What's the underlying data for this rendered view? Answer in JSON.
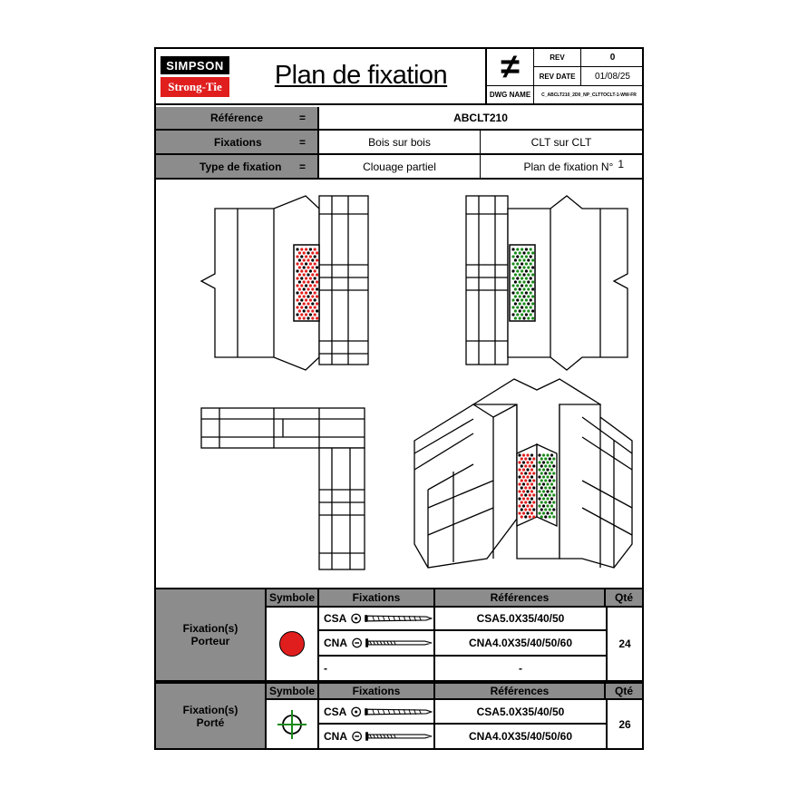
{
  "header": {
    "logo_top": "SIMPSON",
    "logo_bottom": "Strong-Tie",
    "title": "Plan de fixation",
    "not_equal_symbol": "≠",
    "rev_label": "REV",
    "rev_value": "0",
    "rev_date_label": "REV DATE",
    "rev_date_value": "01/08/25",
    "dwg_name_label": "DWG NAME",
    "dwg_name_value": "C_ABCLT210_2D0_NP_CLTTOCLT-1-WW-FR"
  },
  "info": {
    "reference_label": "Référence",
    "reference_value": "ABCLT210",
    "fixations_label": "Fixations",
    "fixations_value_1": "Bois sur bois",
    "fixations_value_2": "CLT sur CLT",
    "type_label": "Type de fixation",
    "type_value": "Clouage partiel",
    "plan_label": "Plan de fixation N°",
    "plan_number": "1",
    "equals": "="
  },
  "table1": {
    "group_label_1": "Fixation(s)",
    "group_label_2": "Porteur",
    "col_symbol": "Symbole",
    "col_fixations": "Fixations",
    "col_references": "Références",
    "col_qty": "Qté",
    "symbol": "red-dot-icon",
    "symbol_color": "#e01e1e",
    "rows": [
      {
        "fixation": "CSA",
        "reference": "CSA5.0X35/40/50"
      },
      {
        "fixation": "CNA",
        "reference": "CNA4.0X35/40/50/60"
      },
      {
        "fixation": "-",
        "reference": "-"
      }
    ],
    "qty": "24"
  },
  "table2": {
    "group_label_1": "Fixation(s)",
    "group_label_2": "Porté",
    "col_symbol": "Symbole",
    "col_fixations": "Fixations",
    "col_references": "Références",
    "col_qty": "Qté",
    "symbol": "green-crosshair-icon",
    "symbol_color": "#1a8a1a",
    "rows": [
      {
        "fixation": "CSA",
        "reference": "CSA5.0X35/40/50"
      },
      {
        "fixation": "CNA",
        "reference": "CNA4.0X35/40/50/60"
      }
    ],
    "qty": "26"
  },
  "colors": {
    "header_grey": "#8c8c8c",
    "porteur_red": "#e01e1e",
    "porte_green": "#1a8a1a"
  }
}
